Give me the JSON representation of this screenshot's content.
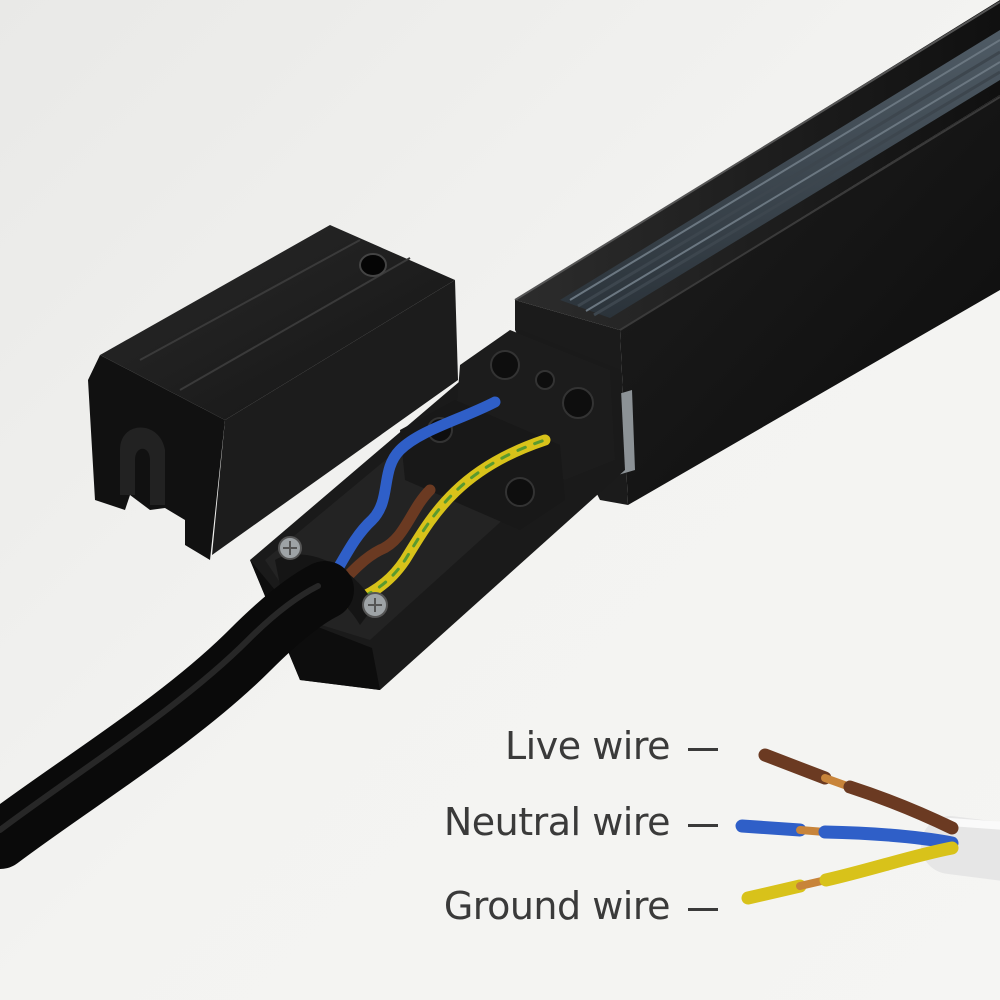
{
  "wire_labels": {
    "live": "Live wire",
    "neutral": "Neutral wire",
    "ground": "Ground wire"
  },
  "colors": {
    "background": "#f2f2f0",
    "housing": "#161616",
    "live_wire": "#6b3a22",
    "neutral_wire": "#2f5fc8",
    "ground_wire": "#d8c21a",
    "copper": "#c8843a",
    "cable_sheath": "#e6e6e6",
    "label_text": "#3a3a3a"
  }
}
